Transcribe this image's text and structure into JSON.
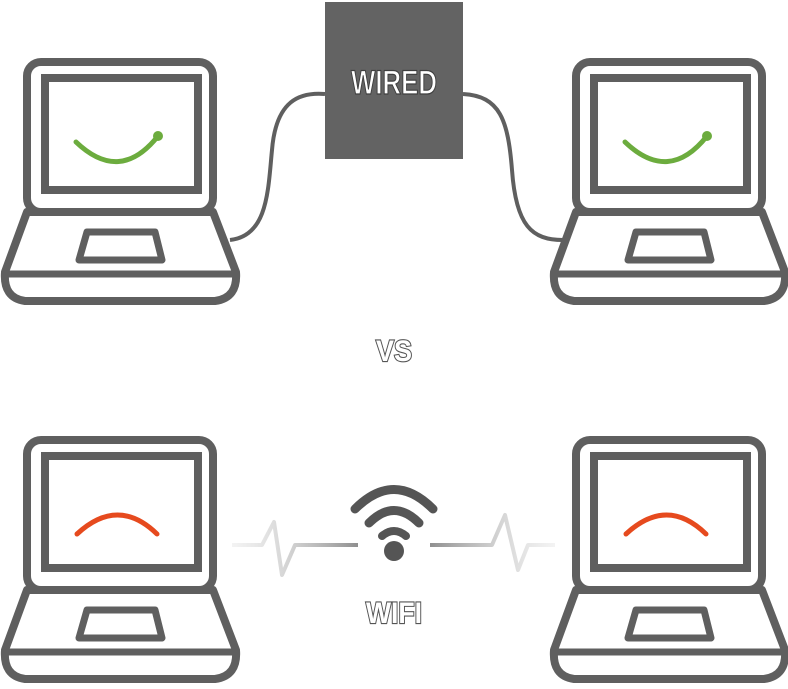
{
  "labels": {
    "wired": "WIRED",
    "vs": "VS",
    "wifi": "WIFI"
  },
  "icons": {
    "wired_box": "network-switch-icon",
    "wifi": "wifi-icon",
    "laptop": "laptop-icon",
    "happy": "smile-icon",
    "sad": "frown-icon"
  },
  "colors": {
    "device_stroke": "#5f5f5f",
    "wired_box_fill": "#636363",
    "happy": "#6cac3e",
    "sad": "#e64a1e",
    "signal": "#9a9a9a",
    "label_text": "#ffffff",
    "label_outline": "#555555"
  },
  "scenarios": [
    {
      "connection": "wired",
      "status": "happy"
    },
    {
      "connection": "wifi",
      "status": "sad"
    }
  ]
}
